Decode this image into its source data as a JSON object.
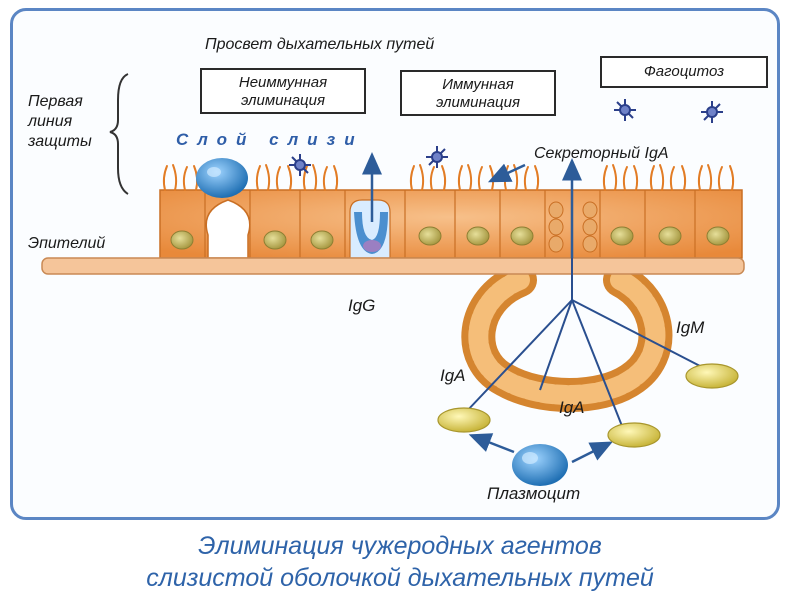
{
  "labels": {
    "lumen": "Просвет дыхательных путей",
    "first_line": "Первая\nлиния\nзащиты",
    "mucus_layer": "Слой слизи",
    "secretory_iga": "Секреторный IgA",
    "epithelium": "Эпителий",
    "igg": "IgG",
    "igm": "IgM",
    "iga_left": "IgA",
    "iga_right": "IgA",
    "plasmocyte": "Плазмоцит"
  },
  "boxes": {
    "nonimmune": "Неиммунная\nэлиминация",
    "immune": "Иммунная\nэлиминация",
    "phagocytosis": "Фагоцитоз"
  },
  "caption": {
    "line1": "Элиминация чужеродных агентов",
    "line2": "слизистой оболочкой дыхательных путей"
  },
  "colors": {
    "frame": "#5b86c4",
    "cell": "#f3a65a",
    "basement": "#f5c59a",
    "antibody": "#e6d86a",
    "plasmocyte": "#3a8fd0",
    "caption": "#2e63a9"
  }
}
